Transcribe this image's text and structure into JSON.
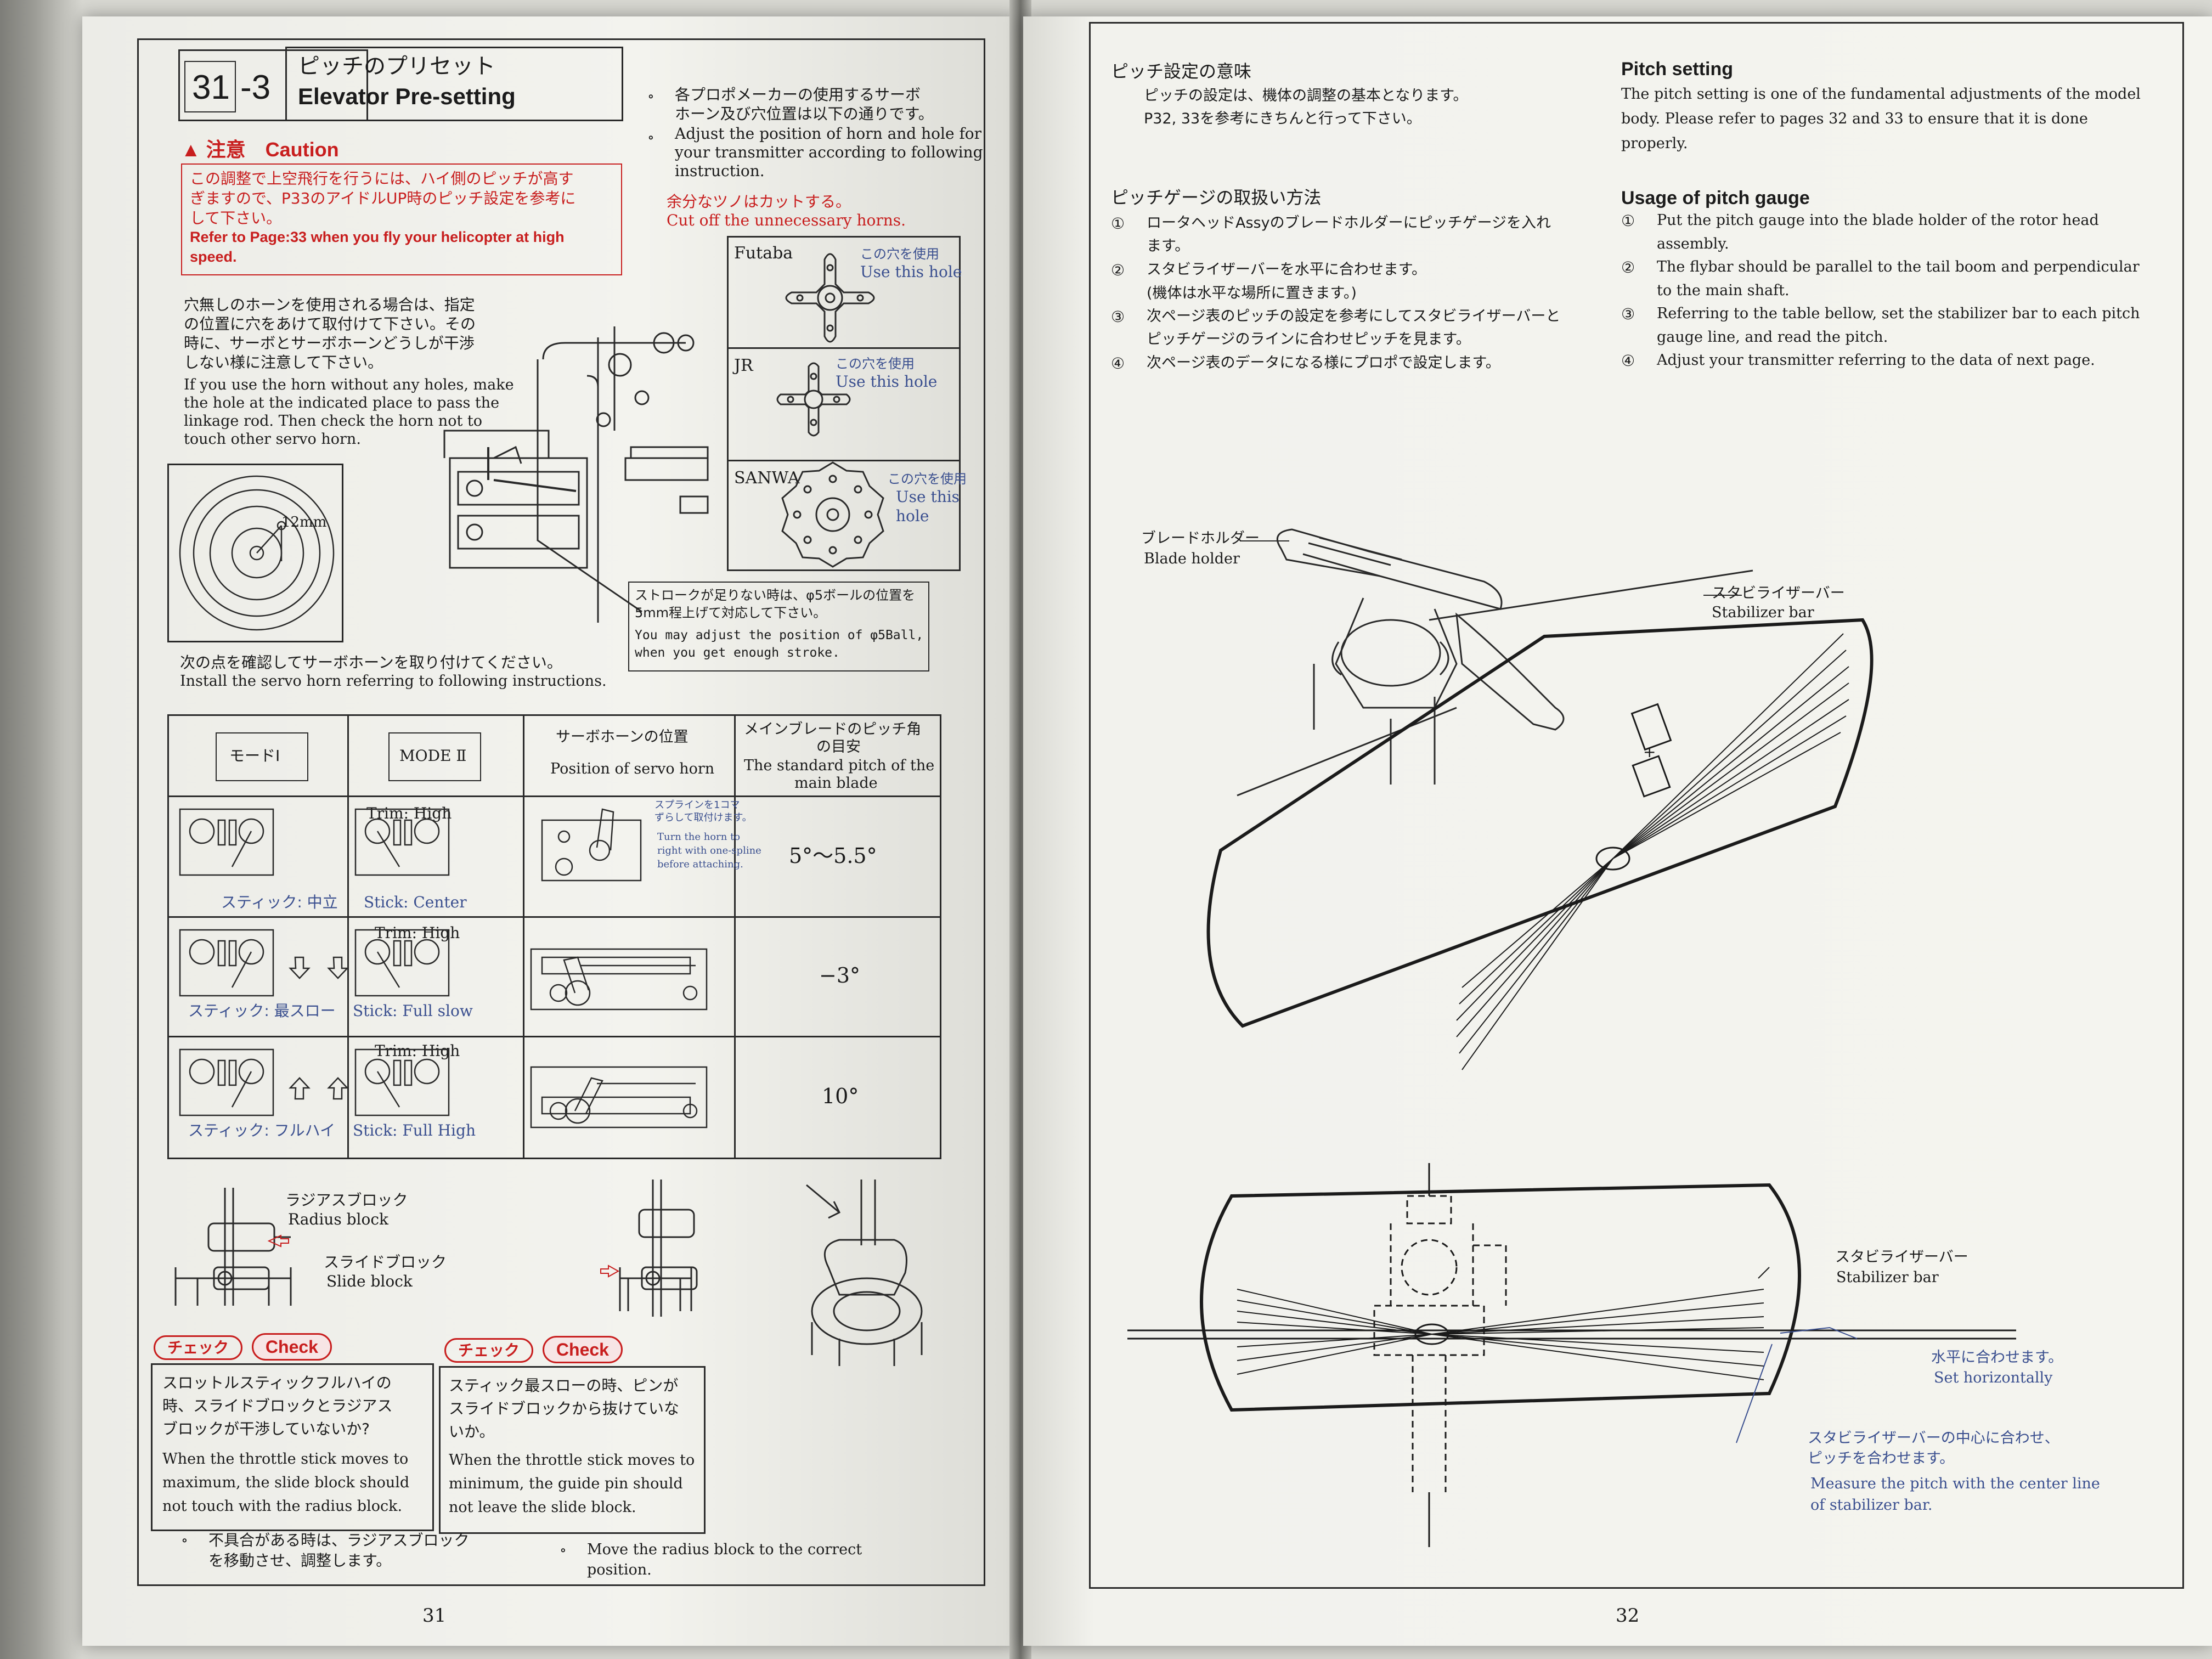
{
  "left": {
    "section_num": "31",
    "section_sub": "-3",
    "title_jp": "ピッチのプリセット",
    "title_en": "Elevator Pre-setting",
    "caution_label": "注意　Caution",
    "caution_jp": [
      "この調整で上空飛行を行うには、ハイ側のピッチが高す",
      "ぎますので、P33のアイドルUP時のピッチ設定を参考に",
      "して下さい。"
    ],
    "caution_en": [
      "Refer to Page:33 when you fly your helicopter at high",
      "speed."
    ],
    "intro_jp": [
      "各プロポメーカーの使用するサーボ",
      "ホーン及び穴位置は以下の通りです。"
    ],
    "intro_en": [
      "Adjust the position of horn and hole for",
      "your transmitter according to following",
      "instruction."
    ],
    "cut_jp": "余分なツノはカットする。",
    "cut_en": "Cut off the unnecessary horns.",
    "horns": [
      {
        "brand": "Futaba",
        "use_jp": "この穴を使用",
        "use_en": "Use this hole"
      },
      {
        "brand": "JR",
        "use_jp": "この穴を使用",
        "use_en": "Use this hole"
      },
      {
        "brand": "SANWA",
        "use_jp": "この穴を使用",
        "use_en": [
          "Use this",
          "hole"
        ]
      }
    ],
    "nohole_jp": [
      "穴無しのホーンを使用される場合は、指定",
      "の位置に穴をあけて取付けて下さい。その",
      "時に、サーボとサーボホーンどうしが干渉",
      "しない様に注意して下さい。"
    ],
    "nohole_en": [
      "If you use the horn without any holes, make",
      "the hole at the indicated place to pass the",
      "linkage rod.  Then check the horn not to",
      "touch other servo horn."
    ],
    "dim": "12mm",
    "stroke_jp": [
      "ストロークが足りない時は、φ5ボールの位置を",
      "5mm程上げて対応して下さい。"
    ],
    "stroke_en": [
      "You may adjust the position of  φ5Ball,",
      "when you get enough stroke."
    ],
    "install_jp": "次の点を確認してサーボホーンを取り付けてください。",
    "install_en": "Install the servo horn referring to following instructions.",
    "table": {
      "headers": [
        "モードⅠ",
        "MODE Ⅱ"
      ],
      "horn_pos_jp": "サーボホーンの位置",
      "horn_pos_en": "Position of servo horn",
      "pitch_jp": [
        "メインブレードのピッチ角",
        "の目安"
      ],
      "pitch_en": [
        "The standard pitch of the",
        "main blade"
      ],
      "rows": [
        {
          "mode1": "スティック: 中立",
          "trim": "Trim: High",
          "mode2": "Stick: Center",
          "note_jp": [
            "スプラインを1コマ",
            "ずらして取付けます。"
          ],
          "note_en": [
            "Turn the horn to",
            "right with one-spline",
            "before attaching."
          ],
          "pitch": "5°〜5.5°"
        },
        {
          "mode1": "スティック: 最スロー",
          "trim": "Trim: High",
          "mode2": "Stick: Full slow",
          "pitch": "−3°"
        },
        {
          "mode1": "スティック: フルハイ",
          "trim": "Trim: High",
          "mode2": "Stick: Full High",
          "pitch": "10°"
        }
      ]
    },
    "radius_jp": "ラジアスブロック",
    "radius_en": "Radius block",
    "slide_jp": "スライドブロック",
    "slide_en": "Slide block",
    "check_jp": "チェック",
    "check_en": "Check",
    "check1_jp": [
      "スロットルスティックフルハイの",
      "時、スライドブロックとラジアス",
      "ブロックが干渉していないか?"
    ],
    "check1_en": [
      "When the throttle stick moves to",
      "maximum, the slide block should",
      "not touch with the radius block."
    ],
    "check2_jp": [
      "スティック最スローの時、ピンが",
      "スライドブロックから抜けていな",
      "いか。"
    ],
    "check2_en": [
      "When the throttle stick moves to",
      "minimum, the guide pin should",
      "not leave the slide block."
    ],
    "fix_jp": [
      "不具合がある時は、ラジアスブロック",
      "を移動させ、調整します。"
    ],
    "fix_en": [
      "Move the radius block to the correct",
      "position."
    ],
    "page_number": "31"
  },
  "right": {
    "meaning_title_jp": "ピッチ設定の意味",
    "meaning_jp": [
      "ピッチの設定は、機体の調整の基本となります。",
      "P32, 33を参考にきちんと行って下さい。"
    ],
    "meaning_title_en": "Pitch setting",
    "meaning_en": [
      "The pitch setting is one of the fundamental adjustments of the model",
      "body. Please refer to pages 32 and 33 to ensure that it is done",
      "properly."
    ],
    "gauge_title_jp": "ピッチゲージの取扱い方法",
    "gauge_jp": [
      {
        "num": "①",
        "lines": [
          "ロータヘッドAssyのブレードホルダーにピッチゲージを入れ",
          "ます。"
        ]
      },
      {
        "num": "②",
        "lines": [
          "スタビライザーバーを水平に合わせます。",
          "(機体は水平な場所に置きます。)"
        ]
      },
      {
        "num": "③",
        "lines": [
          "次ページ表のピッチの設定を参考にしてスタビライザーバーと",
          "ピッチゲージのラインに合わせピッチを見ます。"
        ]
      },
      {
        "num": "④",
        "lines": [
          "次ページ表のデータになる様にプロポで設定します。"
        ]
      }
    ],
    "gauge_title_en": "Usage of pitch gauge",
    "gauge_en": [
      {
        "num": "①",
        "lines": [
          "Put the pitch gauge into the blade holder of the rotor head",
          "assembly."
        ]
      },
      {
        "num": "②",
        "lines": [
          "The flybar should be parallel to the tail boom and perpendicular",
          "to the main shaft."
        ]
      },
      {
        "num": "③",
        "lines": [
          "Referring to the table bellow, set the stabilizer bar to each pitch",
          "gauge line, and read the pitch."
        ]
      },
      {
        "num": "④",
        "lines": [
          "Adjust your transmitter referring to the data of next page."
        ]
      }
    ],
    "blade_holder_jp": "ブレードホルダー",
    "blade_holder_en": "Blade holder",
    "stab_jp": "スタビライザーバー",
    "stab_en": "Stabilizer bar",
    "stab2_jp": "スタビライザーバー",
    "stab2_en": "Stabilizer bar",
    "horiz_jp": "水平に合わせます。",
    "horiz_en": "Set horizontally",
    "center_jp": [
      "スタビライザーバーの中心に合わせ、",
      "ピッチを合わせます。"
    ],
    "center_en": [
      "Measure the pitch with the center line",
      "of stabilizer bar."
    ],
    "page_number": "32"
  },
  "colors": {
    "red": "#c81e1e",
    "blue": "#3a4f8f",
    "paper": "#f2f2ed",
    "ink": "#1b1b1b"
  }
}
